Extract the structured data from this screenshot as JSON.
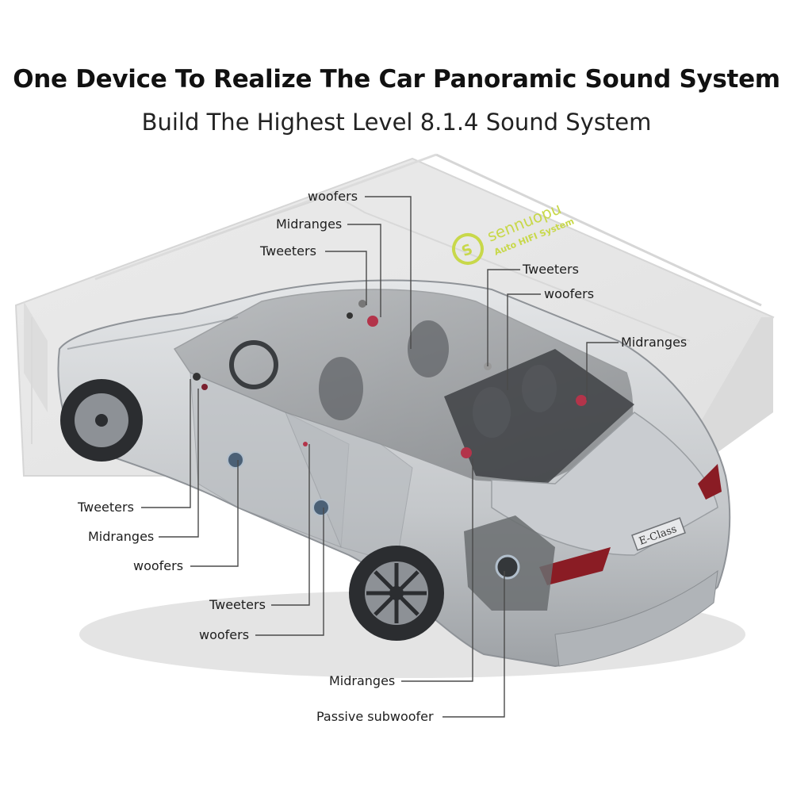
{
  "header": {
    "title": "One Device To Realize The Car Panoramic Sound System",
    "subtitle": "Build The Highest Level 8.1.4 Sound System"
  },
  "device": {
    "brand": "sennuopu",
    "tagline": "Auto HIFI System",
    "accent_color": "#c8d84a"
  },
  "car": {
    "badge": "E-Class",
    "body_color": "#cfd1d4"
  },
  "callouts": {
    "top_woofers": "woofers",
    "top_midranges": "Midranges",
    "top_tweeters": "Tweeters",
    "right_tweeters": "Tweeters",
    "right_woofers": "woofers",
    "right_midranges": "Midranges",
    "front_tweeters": "Tweeters",
    "front_midranges": "Midranges",
    "front_woofers": "woofers",
    "rear_door_tweeters": "Tweeters",
    "rear_door_woofers": "woofers",
    "trunk_midranges": "Midranges",
    "subwoofer": "Passive subwoofer"
  }
}
